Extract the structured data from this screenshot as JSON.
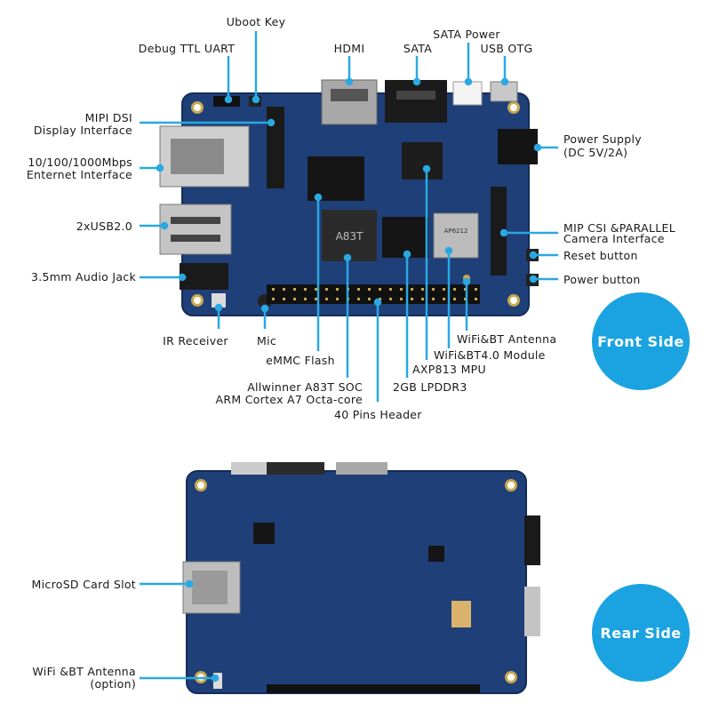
{
  "front": {
    "badge": "Front Side",
    "labels": {
      "uboot_key": "Uboot Key",
      "debug_ttl_uart": "Debug TTL UART",
      "hdmi": "HDMI",
      "sata": "SATA",
      "sata_power": "SATA Power",
      "usb_otg": "USB OTG",
      "mipi_dsi_1": "MIPI DSI",
      "mipi_dsi_2": "Display Interface",
      "ethernet_1": "10/100/1000Mbps",
      "ethernet_2": "Enternet Interface",
      "usb2": "2xUSB2.0",
      "audio_jack": "3.5mm Audio Jack",
      "power_supply_1": "Power Supply",
      "power_supply_2": "(DC 5V/2A)",
      "camera_1": "MIP CSI &PARALLEL",
      "camera_2": "Camera Interface",
      "reset_button": "Reset button",
      "power_button": "Power button",
      "ir_receiver": "IR Receiver",
      "mic": "Mic",
      "emmc_flash": "eMMC Flash",
      "soc_1": "Allwinner A83T SOC",
      "soc_2": "ARM Cortex A7 Octa-core",
      "pins_header": "40 Pins Header",
      "lpddr3": "2GB LPDDR3",
      "axp813": "AXP813 MPU",
      "wifi_module": "WiFi&BT4.0 Module",
      "wifi_antenna": "WiFi&BT Antenna"
    }
  },
  "rear": {
    "badge": "Rear Side",
    "labels": {
      "microsd": "MicroSD Card Slot",
      "antenna_1": "WiFi &BT Antenna",
      "antenna_2": "(option)"
    }
  },
  "board": {
    "chip_text_soc": "A83T",
    "chip_text_wifi": "AP6212"
  },
  "colors": {
    "pointer": "#2aa8e2",
    "badge": "#1aa3e0",
    "pcb": "#1f3f78",
    "pcb_dark": "#142c58"
  }
}
